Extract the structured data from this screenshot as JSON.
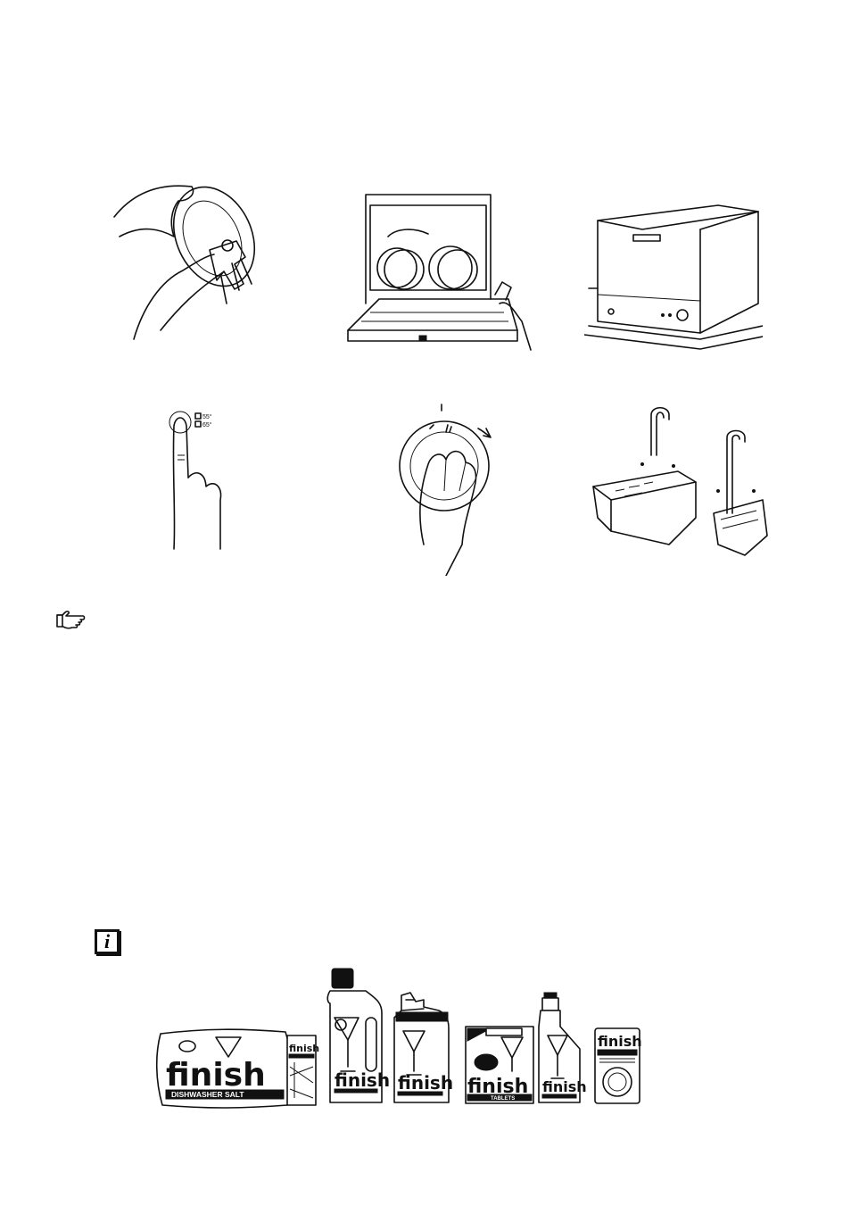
{
  "steps": [
    {
      "icon": "scrape-dishes-icon"
    },
    {
      "icon": "load-dishwasher-icon"
    },
    {
      "icon": "close-door-icon"
    },
    {
      "icon": "press-button-icon",
      "labels": [
        "55°",
        "65°"
      ]
    },
    {
      "icon": "turn-knob-icon"
    },
    {
      "icon": "clean-filters-icon"
    }
  ],
  "note": {
    "icon": "pointing-hand-icon"
  },
  "info": {
    "icon": "info-icon",
    "letter": "i"
  },
  "products": {
    "brand": "finish",
    "salt_label": "DISHWASHER SALT",
    "tablets_label": "TABLETS"
  }
}
